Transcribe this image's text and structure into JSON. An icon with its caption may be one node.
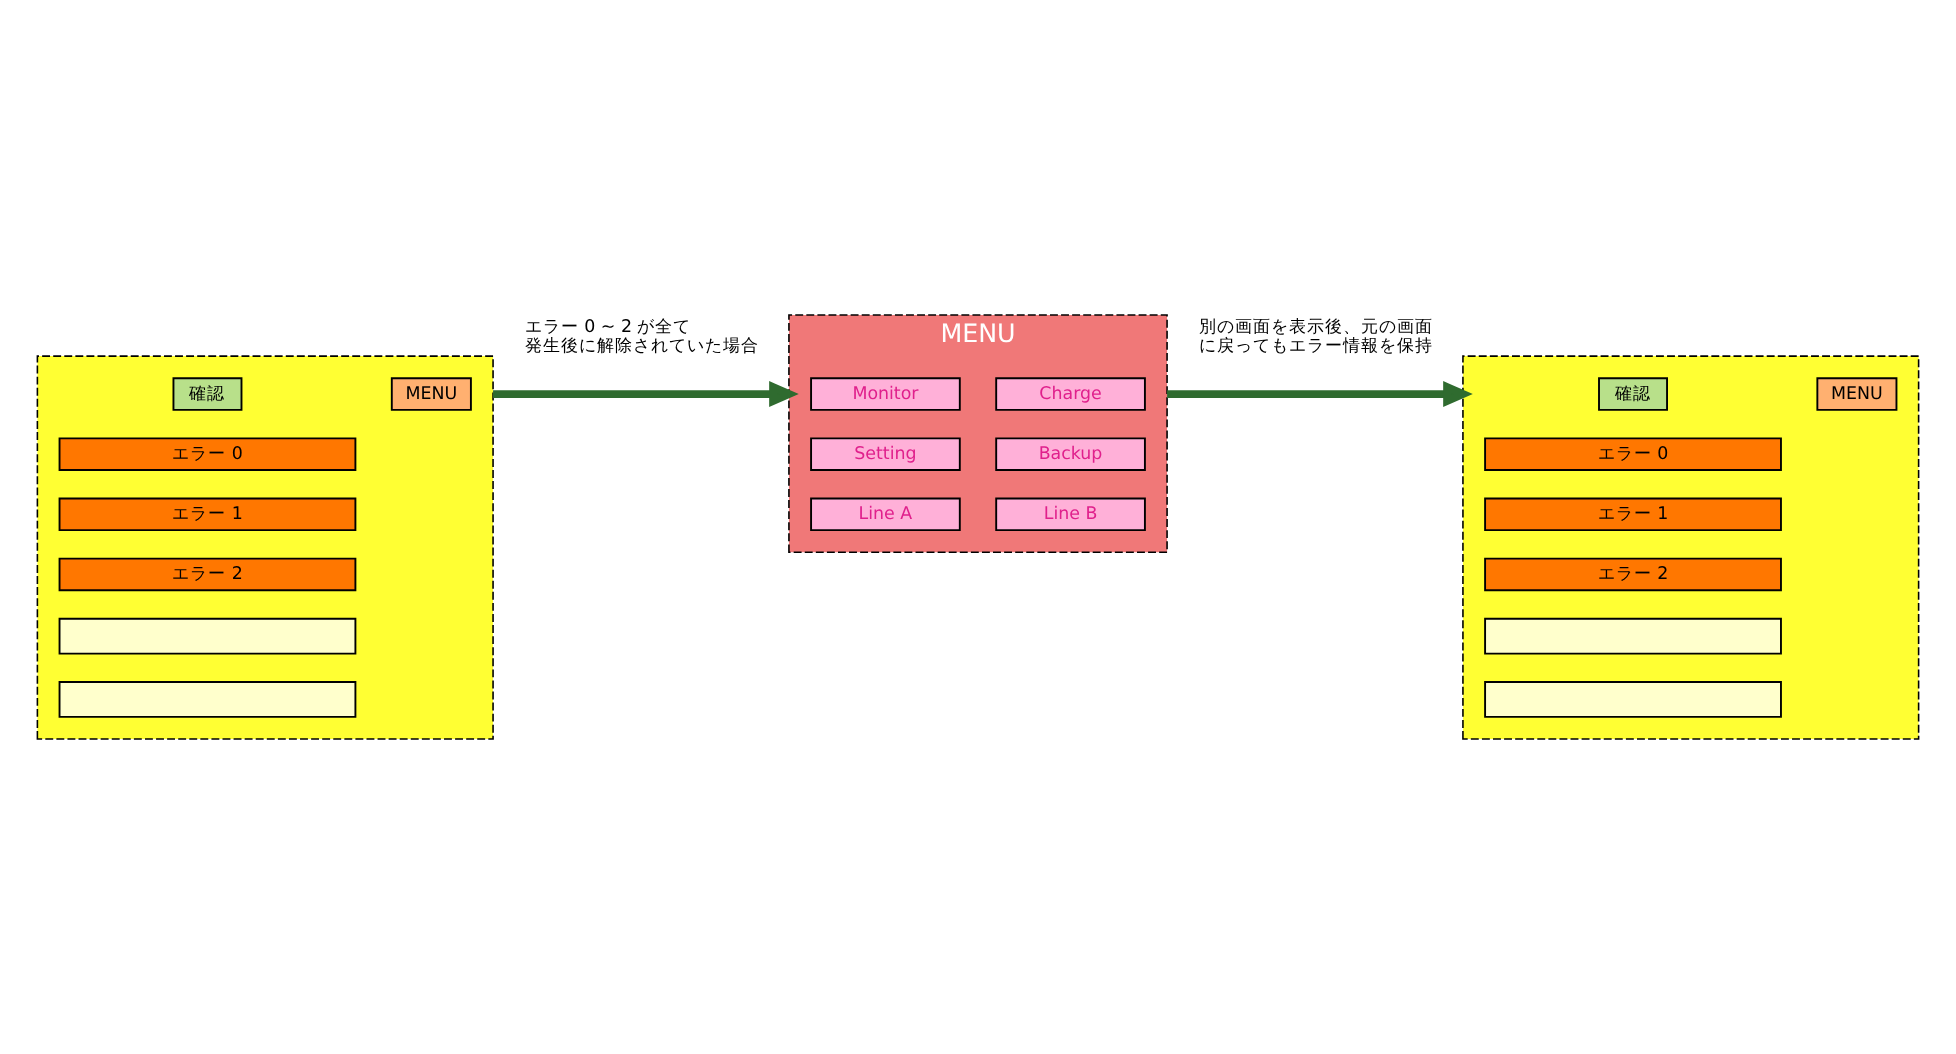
{
  "diagram": {
    "nodes": [
      {
        "text": [],
        "shape": "box"
      },
      {
        "text": [
          "確認"
        ],
        "in": 0
      },
      {
        "text": [
          "MENU"
        ],
        "in": 0
      },
      {
        "text": [
          "エラー 0"
        ],
        "in": 0
      },
      {
        "text": [
          "エラー 1"
        ],
        "in": 0
      },
      {
        "text": [
          "エラー 2"
        ],
        "in": 0
      },
      {
        "text": [],
        "shape": "box",
        "in": 0
      },
      {
        "text": [],
        "shape": "box",
        "in": 0
      },
      {
        "text": [
          "MENU"
        ]
      },
      {
        "text": [
          "Monitor"
        ],
        "in": 8
      },
      {
        "text": [
          "Charge"
        ],
        "in": 8
      },
      {
        "text": [
          "Setting"
        ],
        "in": 8
      },
      {
        "text": [
          "Backup"
        ],
        "in": 8
      },
      {
        "text": [
          "Line A"
        ],
        "in": 8
      },
      {
        "text": [
          "Line B"
        ],
        "in": 8
      },
      {
        "text": [],
        "shape": "box"
      },
      {
        "text": [
          "確認"
        ],
        "in": 15
      },
      {
        "text": [
          "MENU"
        ],
        "in": 15
      },
      {
        "text": [
          "エラー 0"
        ],
        "in": 15
      },
      {
        "text": [
          "エラー 1"
        ],
        "in": 15
      },
      {
        "text": [
          "エラー 2"
        ],
        "in": 15
      },
      {
        "text": [],
        "shape": "box",
        "in": 15
      },
      {
        "text": [],
        "shape": "box",
        "in": 15
      }
    ],
    "edges": [
      {
        "from": 0,
        "to": 8,
        "arrow": "to",
        "label": "エラー 0 ~ 2 が全て発生後に解除されていた場合"
      },
      {
        "from": 8,
        "to": 15,
        "arrow": "to",
        "label": "別の画面を表示後、元の画面に戻ってもエラー情報を保持"
      }
    ]
  }
}
